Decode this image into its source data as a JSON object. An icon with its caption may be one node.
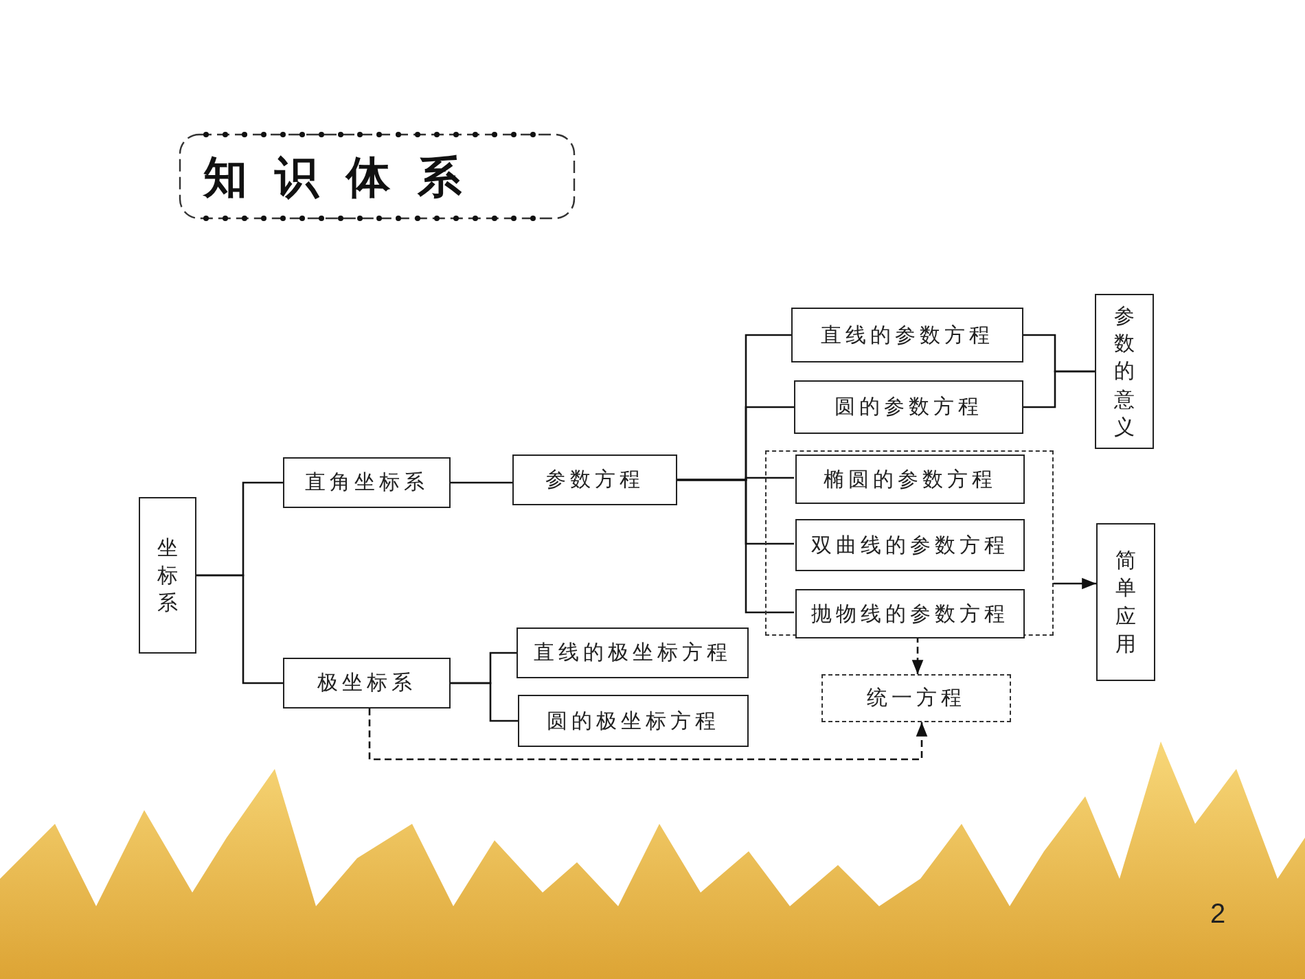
{
  "diagram": {
    "title": "知识体系",
    "nodes": [
      {
        "text": [
          "坐标系"
        ]
      },
      {
        "text": [
          "直角坐标系"
        ]
      },
      {
        "text": [
          "极坐标系"
        ]
      },
      {
        "text": [
          "参数方程"
        ]
      },
      {
        "text": [
          "直线的参数方程"
        ]
      },
      {
        "text": [
          "圆的参数方程"
        ]
      },
      {
        "text": [],
        "shape": "box"
      },
      {
        "text": [
          "椭圆的参数方程"
        ],
        "in": 6
      },
      {
        "text": [
          "双曲线的参数方程"
        ],
        "in": 6
      },
      {
        "text": [
          "抛物线的参数方程"
        ],
        "in": 6
      },
      {
        "text": [
          "参数的意义"
        ]
      },
      {
        "text": [
          "简单应用"
        ]
      },
      {
        "text": [
          "直线的极坐标方程"
        ]
      },
      {
        "text": [
          "圆的极坐标方程"
        ]
      },
      {
        "text": [
          "统一方程"
        ]
      }
    ],
    "edges": [
      {
        "from": 0,
        "to": 1,
        "arrow": "none"
      },
      {
        "from": 0,
        "to": 2,
        "arrow": "none"
      },
      {
        "from": 1,
        "to": 3,
        "arrow": "none"
      },
      {
        "from": 3,
        "to": 4,
        "arrow": "none"
      },
      {
        "from": 3,
        "to": 5,
        "arrow": "none"
      },
      {
        "from": 3,
        "to": 7,
        "arrow": "none"
      },
      {
        "from": 3,
        "to": 8,
        "arrow": "none"
      },
      {
        "from": 3,
        "to": 9,
        "arrow": "none"
      },
      {
        "from": 4,
        "to": 10,
        "arrow": "none"
      },
      {
        "from": 5,
        "to": 10,
        "arrow": "none"
      },
      {
        "from": 2,
        "to": 12,
        "arrow": "none"
      },
      {
        "from": 2,
        "to": 13,
        "arrow": "none"
      },
      {
        "from": 6,
        "to": 11,
        "arrow": "to"
      },
      {
        "from": 6,
        "to": 14,
        "arrow": "to",
        "style": "dashed"
      },
      {
        "from": 2,
        "to": 14,
        "arrow": "to",
        "style": "dashed"
      }
    ],
    "labels": [
      "2"
    ]
  }
}
